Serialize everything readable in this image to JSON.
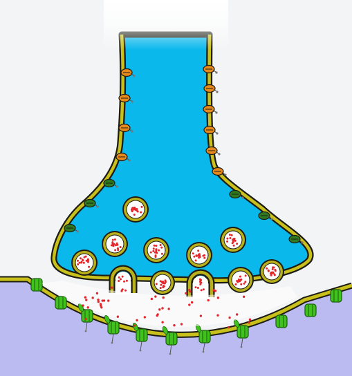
{
  "colors": {
    "background": "#f3f4f5",
    "axon_fill": "#0ab8ec",
    "axon_top_glow": "#bfefff",
    "membrane_outer": "#1c1c14",
    "membrane_inner": "#c9c01c",
    "postsynaptic_fill": "#bcbbf1",
    "vesicle_ring": "#b9b11c",
    "vesicle_core": "#ffffff",
    "neurotransmitter": "#e3262b",
    "channel_orange": "#e8891c",
    "channel_dark_green": "#2f7a20",
    "receptor_green": "#3fc21c"
  },
  "icons": {
    "voltage_channel": "orange-ion-channel",
    "calcium_channel": "dark-green-ion-channel",
    "receptor": "green-receptor",
    "vesicle": "synaptic-vesicle"
  }
}
